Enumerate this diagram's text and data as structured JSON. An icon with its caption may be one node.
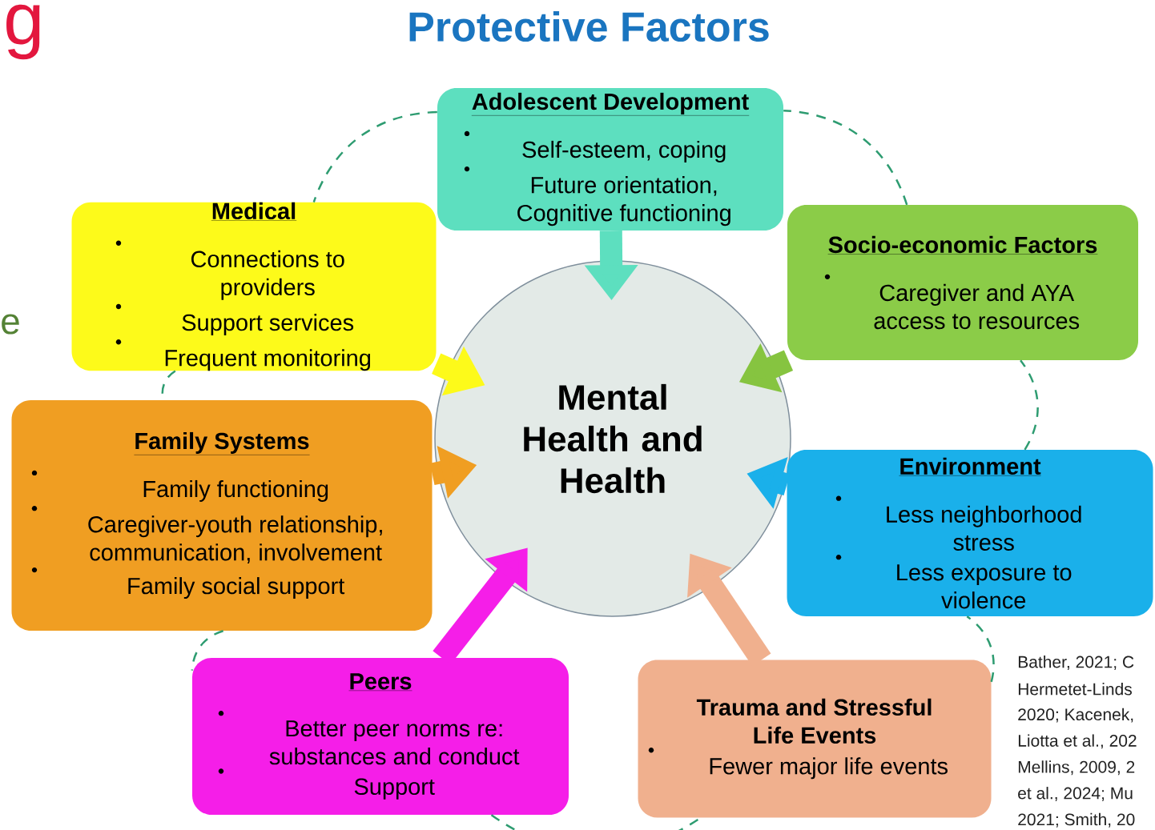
{
  "diagram": {
    "title": "Protective Factors",
    "nodes": [
      {
        "text": [
          "Mental Health and Health"
        ]
      },
      {
        "text": [
          "Adolescent Development",
          "Self-esteem, coping",
          "Future orientation, Cognitive functioning"
        ]
      },
      {
        "text": [
          "Medical",
          "Connections to providers",
          "Support services",
          "Frequent monitoring"
        ]
      },
      {
        "text": [
          "Socio-economic Factors",
          "Caregiver and AYA access to resources"
        ]
      },
      {
        "text": [
          "Family Systems",
          "Family functioning",
          "Caregiver-youth relationship, communication, involvement",
          "Family social support"
        ]
      },
      {
        "text": [
          "Environment",
          "Less neighborhood stress",
          "Less exposure to violence"
        ]
      },
      {
        "text": [
          "Peers",
          "Better peer norms re: substances and conduct",
          "Support"
        ]
      },
      {
        "text": [
          "Trauma and Stressful Life Events",
          "Fewer major life events"
        ]
      }
    ],
    "edges": [
      {
        "from": 1,
        "to": 0,
        "arrow": "to",
        "style": "thick",
        "color": "#5ddfbf"
      },
      {
        "from": 2,
        "to": 0,
        "arrow": "to",
        "style": "thick",
        "color": "#fdfa1a"
      },
      {
        "from": 3,
        "to": 0,
        "arrow": "to",
        "style": "thick",
        "color": "#86c440"
      },
      {
        "from": 4,
        "to": 0,
        "arrow": "to",
        "style": "thick",
        "color": "#f09e22"
      },
      {
        "from": 5,
        "to": 0,
        "arrow": "to",
        "style": "thick",
        "color": "#1ab0ea"
      },
      {
        "from": 6,
        "to": 0,
        "arrow": "to",
        "style": "thick",
        "color": "#f51ee8"
      },
      {
        "from": 7,
        "to": 0,
        "arrow": "to",
        "style": "thick",
        "color": "#f0b08e"
      },
      {
        "from": 1,
        "to": 2,
        "arrow": "none",
        "style": "dashed"
      },
      {
        "from": 2,
        "to": 4,
        "arrow": "none",
        "style": "dashed"
      },
      {
        "from": 4,
        "to": 6,
        "arrow": "none",
        "style": "dashed"
      },
      {
        "from": 6,
        "to": 7,
        "arrow": "none",
        "style": "dashed"
      },
      {
        "from": 7,
        "to": 5,
        "arrow": "none",
        "style": "dashed"
      },
      {
        "from": 5,
        "to": 3,
        "arrow": "none",
        "style": "dashed"
      },
      {
        "from": 3,
        "to": 1,
        "arrow": "none",
        "style": "dashed"
      }
    ],
    "labels": [
      "g",
      "e",
      "Bather, 2021; C",
      "Hermetet-Linds",
      "2020; Kacenek,",
      "Liotta et al., 202",
      "Mellins, 2009, 2",
      "et al., 2024; Mu",
      "2021; Smith, 20"
    ]
  }
}
